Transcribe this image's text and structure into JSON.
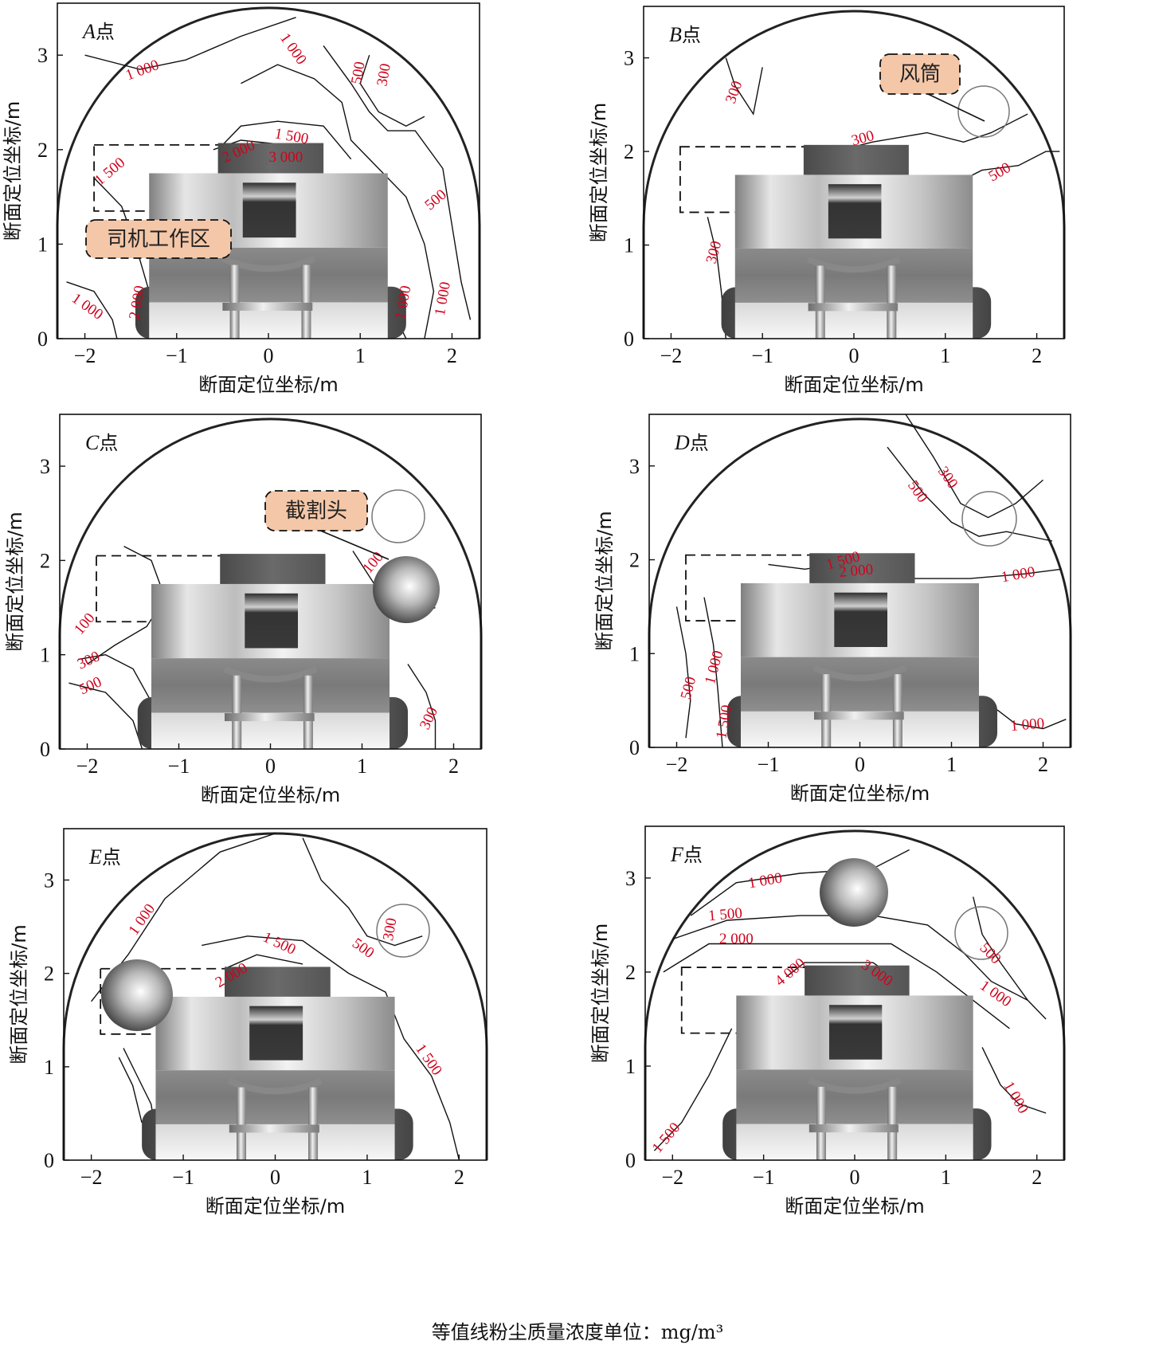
{
  "footer_note": "等值线粉尘质量浓度单位：mg/m³",
  "chart_data": [
    {
      "type": "contour",
      "panel": "A点",
      "panel_letter": "A",
      "panel_suffix": "点",
      "xlabel": "断面定位坐标/m",
      "ylabel": "断面定位坐标/m",
      "xlim": [
        -2.3,
        2.3
      ],
      "ylim": [
        0,
        3.55
      ],
      "xticks": [
        "−2",
        "−1",
        "0",
        "1",
        "2"
      ],
      "yticks": [
        "0",
        "1",
        "2",
        "3"
      ],
      "callout": "司机工作区",
      "contour_labels": [
        {
          "text": "1 000",
          "x": -1.37,
          "y": 2.83,
          "rot": -20
        },
        {
          "text": "1 000",
          "x": 0.26,
          "y": 3.06,
          "rot": 55
        },
        {
          "text": "500",
          "x": 0.99,
          "y": 2.81,
          "rot": -80
        },
        {
          "text": "300",
          "x": 1.27,
          "y": 2.79,
          "rot": -80
        },
        {
          "text": "1 500",
          "x": -1.72,
          "y": 1.76,
          "rot": -40
        },
        {
          "text": "2 000",
          "x": -0.32,
          "y": 1.97,
          "rot": -25
        },
        {
          "text": "1 500",
          "x": 0.25,
          "y": 2.13,
          "rot": 10
        },
        {
          "text": "3 000",
          "x": 0.19,
          "y": 1.91,
          "rot": 0
        },
        {
          "text": "500",
          "x": 1.83,
          "y": 1.46,
          "rot": -40
        },
        {
          "text": "1 000",
          "x": -1.98,
          "y": 0.33,
          "rot": 35
        },
        {
          "text": "2 000",
          "x": -1.42,
          "y": 0.38,
          "rot": -80
        },
        {
          "text": "1 000",
          "x": 1.48,
          "y": 0.38,
          "rot": -80
        },
        {
          "text": "1 000",
          "x": 1.91,
          "y": 0.42,
          "rot": -80
        }
      ]
    },
    {
      "type": "contour",
      "panel": "B点",
      "panel_letter": "B",
      "panel_suffix": "点",
      "xlabel": "断面定位坐标/m",
      "ylabel": "断面定位坐标/m",
      "xlim": [
        -2.3,
        2.3
      ],
      "ylim": [
        0,
        3.55
      ],
      "xticks": [
        "−2",
        "−1",
        "0",
        "1",
        "2"
      ],
      "yticks": [
        "0",
        "1",
        "2",
        "3"
      ],
      "callout": "风筒",
      "contour_labels": [
        {
          "text": "300",
          "x": -1.3,
          "y": 2.63,
          "rot": -70
        },
        {
          "text": "300",
          "x": 0.1,
          "y": 2.13,
          "rot": -15
        },
        {
          "text": "500",
          "x": 1.6,
          "y": 1.77,
          "rot": -30
        },
        {
          "text": "300",
          "x": -1.52,
          "y": 0.92,
          "rot": -75
        }
      ]
    },
    {
      "type": "contour",
      "panel": "C点",
      "panel_letter": "C",
      "panel_suffix": "点",
      "xlabel": "断面定位坐标/m",
      "ylabel": "断面定位坐标/m",
      "xlim": [
        -2.3,
        2.3
      ],
      "ylim": [
        0,
        3.55
      ],
      "xticks": [
        "−2",
        "−1",
        "0",
        "1",
        "2"
      ],
      "yticks": [
        "0",
        "1",
        "2",
        "3"
      ],
      "callout": "截割头",
      "contour_labels": [
        {
          "text": "100",
          "x": 1.13,
          "y": 1.97,
          "rot": -50
        },
        {
          "text": "100",
          "x": -2.02,
          "y": 1.32,
          "rot": -50
        },
        {
          "text": "300",
          "x": -1.98,
          "y": 0.93,
          "rot": -25
        },
        {
          "text": "500",
          "x": -1.96,
          "y": 0.66,
          "rot": -25
        },
        {
          "text": "300",
          "x": 1.74,
          "y": 0.32,
          "rot": -65
        }
      ]
    },
    {
      "type": "contour",
      "panel": "D点",
      "panel_letter": "D",
      "panel_suffix": "点",
      "xlabel": "断面定位坐标/m",
      "ylabel": "断面定位坐标/m",
      "xlim": [
        -2.3,
        2.3
      ],
      "ylim": [
        0,
        3.55
      ],
      "xticks": [
        "−2",
        "−1",
        "0",
        "1",
        "2"
      ],
      "yticks": [
        "0",
        "1",
        "2",
        "3"
      ],
      "contour_labels": [
        {
          "text": "300",
          "x": 0.95,
          "y": 2.87,
          "rot": 55
        },
        {
          "text": "500",
          "x": 0.62,
          "y": 2.72,
          "rot": 55
        },
        {
          "text": "1 500",
          "x": -0.18,
          "y": 1.98,
          "rot": -15
        },
        {
          "text": "2 000",
          "x": -0.04,
          "y": 1.87,
          "rot": -5
        },
        {
          "text": "1 000",
          "x": 1.73,
          "y": 1.83,
          "rot": -10
        },
        {
          "text": "500",
          "x": -1.86,
          "y": 0.63,
          "rot": -75
        },
        {
          "text": "1 000",
          "x": -1.58,
          "y": 0.85,
          "rot": -75
        },
        {
          "text": "1 500",
          "x": -1.47,
          "y": 0.27,
          "rot": -80
        },
        {
          "text": "1 000",
          "x": 1.83,
          "y": 0.23,
          "rot": -5
        }
      ]
    },
    {
      "type": "contour",
      "panel": "E点",
      "panel_letter": "E",
      "panel_suffix": "点",
      "xlabel": "断面定位坐标/m",
      "ylabel": "断面定位坐标/m",
      "xlim": [
        -2.3,
        2.3
      ],
      "ylim": [
        0,
        3.55
      ],
      "xticks": [
        "−2",
        "−1",
        "0",
        "1",
        "2"
      ],
      "yticks": [
        "0",
        "1",
        "2",
        "3"
      ],
      "contour_labels": [
        {
          "text": "1 000",
          "x": -1.44,
          "y": 2.57,
          "rot": -55
        },
        {
          "text": "300",
          "x": 1.26,
          "y": 2.47,
          "rot": -80
        },
        {
          "text": "500",
          "x": 0.95,
          "y": 2.26,
          "rot": 35
        },
        {
          "text": "1 500",
          "x": 0.04,
          "y": 2.31,
          "rot": 25
        },
        {
          "text": "2 000",
          "x": -0.47,
          "y": 1.97,
          "rot": -30
        },
        {
          "text": "1 500",
          "x": 1.66,
          "y": 1.07,
          "rot": 55
        }
      ]
    },
    {
      "type": "contour",
      "panel": "F点",
      "panel_letter": "F",
      "panel_suffix": "点",
      "xlabel": "断面定位坐标/m",
      "ylabel": "断面定位坐标/m",
      "xlim": [
        -2.3,
        2.3
      ],
      "ylim": [
        0,
        3.55
      ],
      "xticks": [
        "−2",
        "−1",
        "0",
        "1",
        "2"
      ],
      "yticks": [
        "0",
        "1",
        "2",
        "3"
      ],
      "contour_labels": [
        {
          "text": "1 000",
          "x": -0.98,
          "y": 2.96,
          "rot": -10
        },
        {
          "text": "1 500",
          "x": -1.42,
          "y": 2.6,
          "rot": -5
        },
        {
          "text": "2 000",
          "x": -1.3,
          "y": 2.34,
          "rot": 0
        },
        {
          "text": "4 000",
          "x": -0.7,
          "y": 1.99,
          "rot": -40
        },
        {
          "text": "3 000",
          "x": 0.24,
          "y": 1.98,
          "rot": 35
        },
        {
          "text": "500",
          "x": 1.48,
          "y": 2.19,
          "rot": 45
        },
        {
          "text": "1 000",
          "x": 1.54,
          "y": 1.76,
          "rot": 35
        },
        {
          "text": "1 000",
          "x": 1.76,
          "y": 0.66,
          "rot": 60
        },
        {
          "text": "1 500",
          "x": -2.06,
          "y": 0.23,
          "rot": -50
        }
      ]
    }
  ]
}
